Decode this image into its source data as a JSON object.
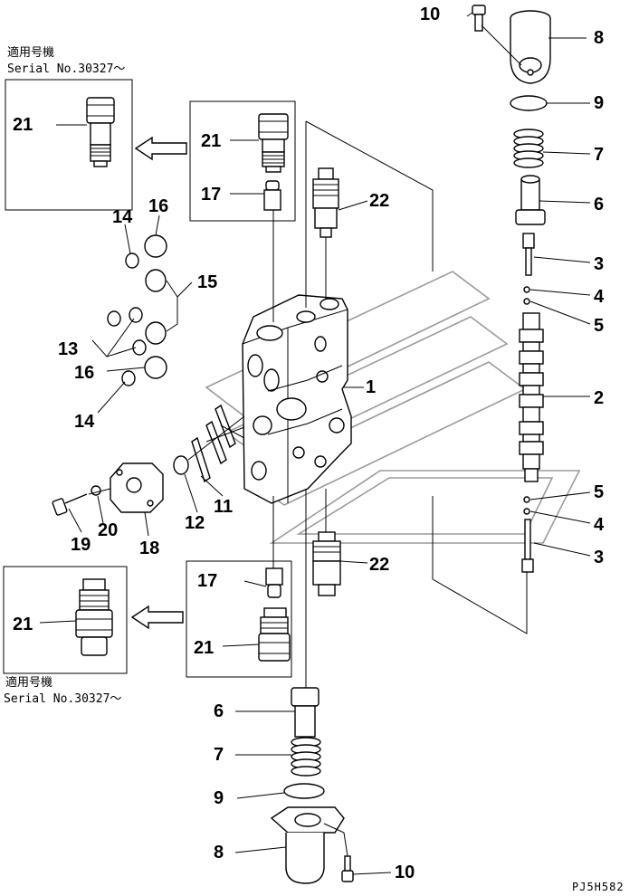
{
  "applicability": {
    "top": {
      "line1": "適用号機",
      "line2": "Serial No.30327～"
    },
    "bottom": {
      "line1": "適用号機",
      "line2": "Serial No.30327～"
    }
  },
  "drawing_code": "PJ5H582",
  "callouts": [
    {
      "id": "c10-top",
      "label": "10"
    },
    {
      "id": "c8-top",
      "label": "8"
    },
    {
      "id": "c9-top",
      "label": "9"
    },
    {
      "id": "c7-top",
      "label": "7"
    },
    {
      "id": "c6-top",
      "label": "6"
    },
    {
      "id": "c3-top",
      "label": "3"
    },
    {
      "id": "c4-top",
      "label": "4"
    },
    {
      "id": "c5-top",
      "label": "5"
    },
    {
      "id": "c2",
      "label": "2"
    },
    {
      "id": "c5-bot",
      "label": "5"
    },
    {
      "id": "c4-bot",
      "label": "4"
    },
    {
      "id": "c3-bot",
      "label": "3"
    },
    {
      "id": "c21-topleft",
      "label": "21"
    },
    {
      "id": "c21-topmid",
      "label": "21"
    },
    {
      "id": "c17-top",
      "label": "17"
    },
    {
      "id": "c22-top",
      "label": "22"
    },
    {
      "id": "c14-top",
      "label": "14"
    },
    {
      "id": "c16-top",
      "label": "16"
    },
    {
      "id": "c15",
      "label": "15"
    },
    {
      "id": "c13",
      "label": "13"
    },
    {
      "id": "c16-mid",
      "label": "16"
    },
    {
      "id": "c14-mid",
      "label": "14"
    },
    {
      "id": "c1",
      "label": "1"
    },
    {
      "id": "c11",
      "label": "11"
    },
    {
      "id": "c12",
      "label": "12"
    },
    {
      "id": "c19",
      "label": "19"
    },
    {
      "id": "c20",
      "label": "20"
    },
    {
      "id": "c18",
      "label": "18"
    },
    {
      "id": "c22-bot",
      "label": "22"
    },
    {
      "id": "c17-bot",
      "label": "17"
    },
    {
      "id": "c21-botmid",
      "label": "21"
    },
    {
      "id": "c21-botleft",
      "label": "21"
    },
    {
      "id": "c6-bot",
      "label": "6"
    },
    {
      "id": "c7-bot",
      "label": "7"
    },
    {
      "id": "c9-bot",
      "label": "9"
    },
    {
      "id": "c8-bot",
      "label": "8"
    },
    {
      "id": "c10-bot",
      "label": "10"
    }
  ]
}
